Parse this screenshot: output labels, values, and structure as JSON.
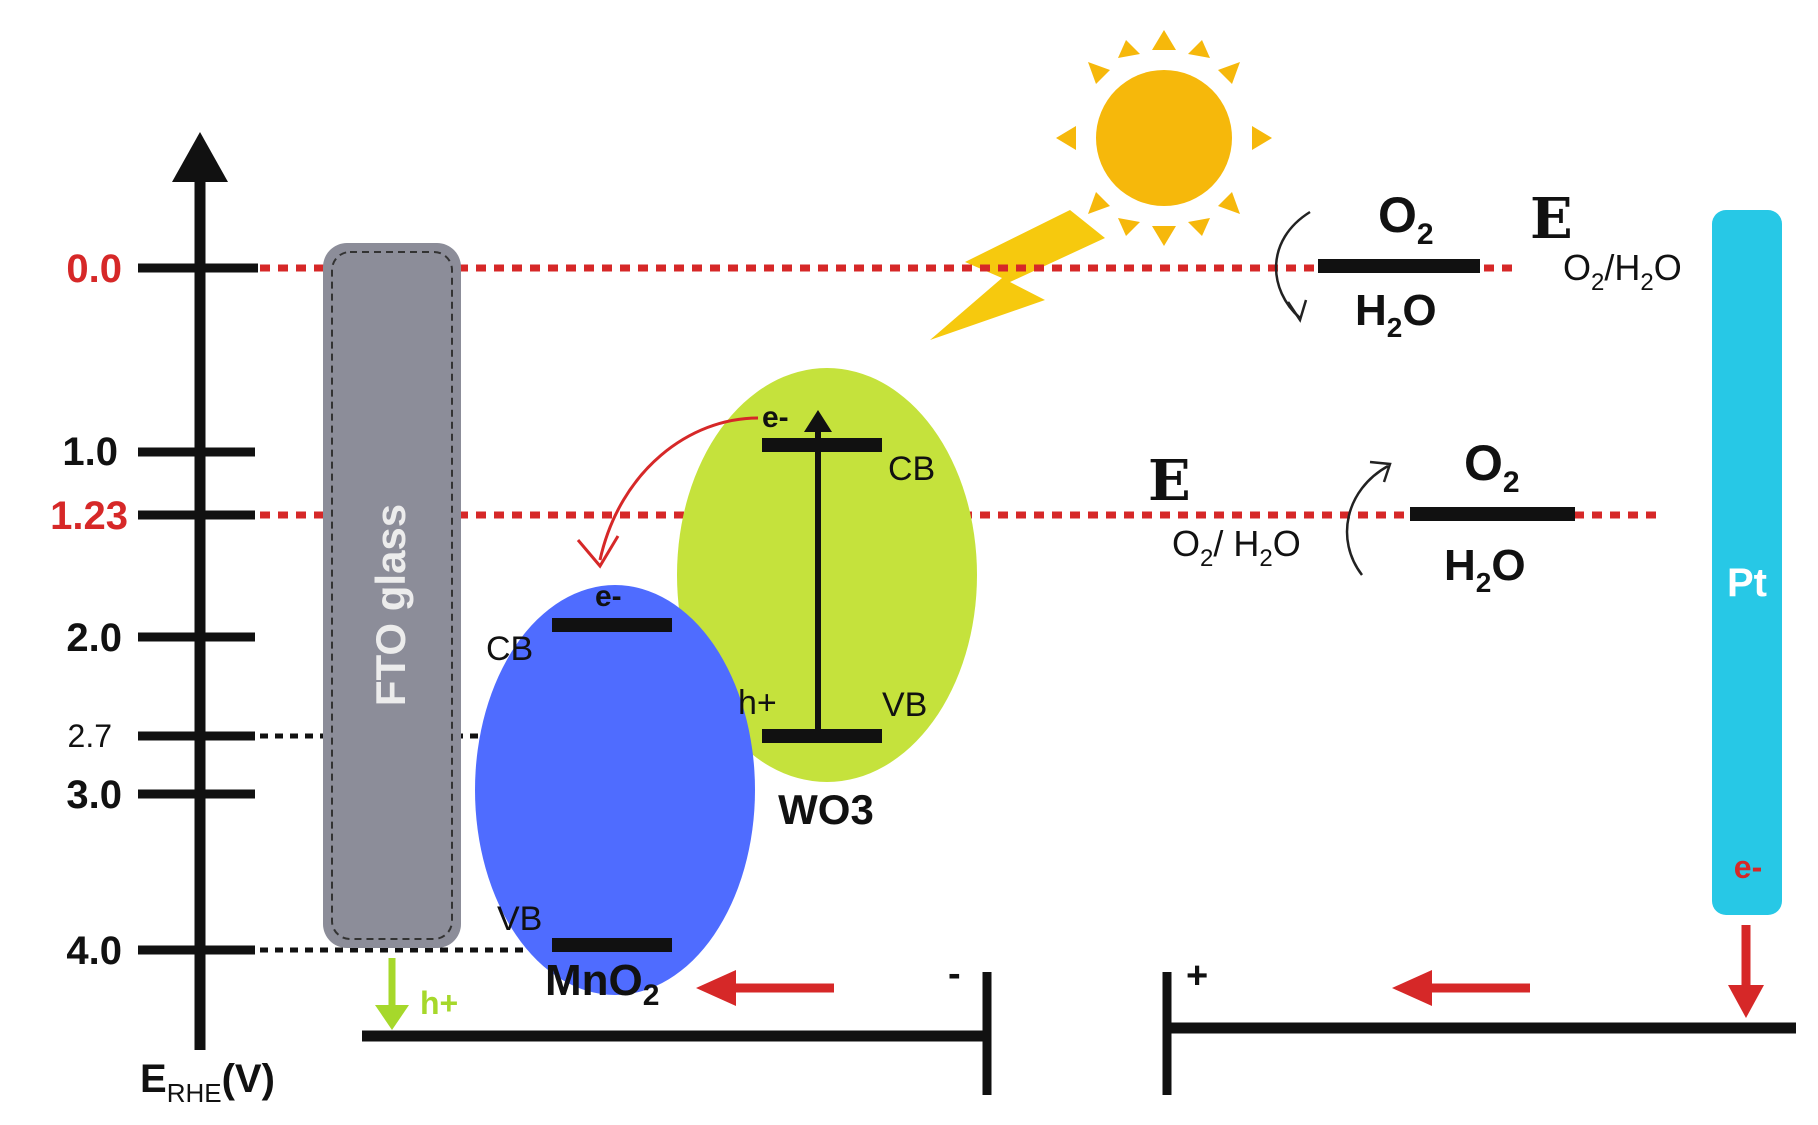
{
  "axis": {
    "label_main": "E",
    "label_sub": "RHE",
    "label_unit": "(V)",
    "ticks": [
      "0.0",
      "1.0",
      "1.23",
      "2.0",
      "2.7",
      "3.0",
      "4.0"
    ]
  },
  "fto": {
    "label": "FTO glass"
  },
  "wo3": {
    "name": "WO3",
    "cb": "CB",
    "vb": "VB",
    "electron": "e-",
    "hole": "h+"
  },
  "mno2": {
    "name_main": "MnO",
    "name_sub": "2",
    "cb": "CB",
    "vb": "VB",
    "electron": "e-"
  },
  "hole_out": "h+",
  "pt": {
    "label": "Pt",
    "electron": "e-"
  },
  "terminals": {
    "minus": "-",
    "plus": "+"
  },
  "redox_top": {
    "o2_main": "O",
    "o2_sub": "2",
    "h2o_h": "H",
    "h2o_sub": "2",
    "h2o_o": "O",
    "e_label": "E",
    "e_sub": {
      "o": "O",
      "s2": "2",
      "slash": "/H",
      "s2b": "2",
      "o2": "O"
    }
  },
  "redox_mid": {
    "o2_main": "O",
    "o2_sub": "2",
    "h2o_h": "H",
    "h2o_sub": "2",
    "h2o_o": "O",
    "e_label": "E",
    "e_sub": {
      "o": "O",
      "s2": "2",
      "slash": "/ H",
      "s2b": "2",
      "o2": "O"
    }
  },
  "colors": {
    "red": "#d62828",
    "wo3": "#c5e23c",
    "mno2": "#4f6cff",
    "fto": "#8c8d99",
    "pt": "#27c8e6",
    "sun": "#f6b80b",
    "hole_arrow": "#a6d82b"
  }
}
